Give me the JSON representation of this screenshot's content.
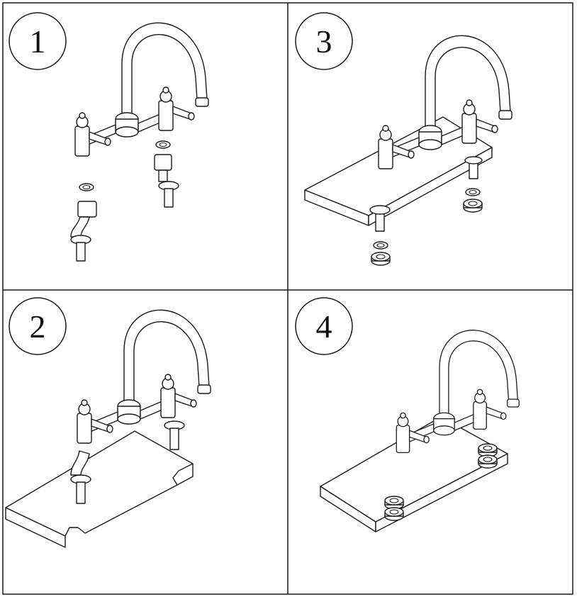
{
  "steps": [
    {
      "number": "1"
    },
    {
      "number": "3"
    },
    {
      "number": "2"
    },
    {
      "number": "4"
    }
  ],
  "colors": {
    "line": "#1a1a1a",
    "background": "#ffffff"
  }
}
